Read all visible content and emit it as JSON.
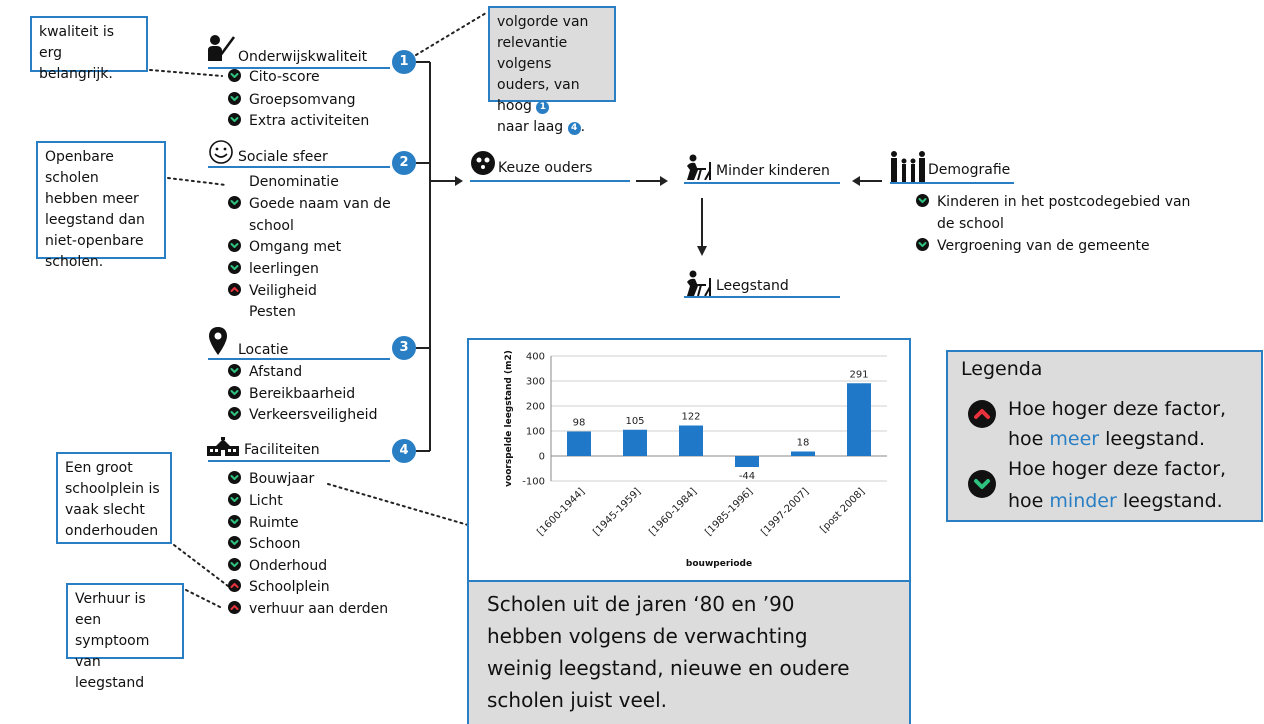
{
  "notes": {
    "quality": [
      "kwaliteit is erg",
      "belangrijk."
    ],
    "public": [
      "Openbare scholen",
      "hebben meer",
      "leegstand dan",
      "niet-openbare",
      "scholen."
    ],
    "playground": [
      "Een groot",
      "schoolplein is",
      "vaak slecht",
      "onderhouden"
    ],
    "rental": [
      "Verhuur is een",
      "symptoom van",
      "leegstand"
    ],
    "order": {
      "line1": "volgorde van",
      "line2": "relevantie volgens",
      "line3": "ouders, van hoog",
      "line4": "naar laag",
      "end": ".",
      "high": "1",
      "low": "4"
    }
  },
  "factors": [
    {
      "title": "Onderwijskwaliteit",
      "num": "1",
      "icon": "teacher-icon",
      "items": [
        {
          "label": "Cito-score",
          "dir": "down"
        },
        {
          "label": "Groepsomvang",
          "dir": "down"
        },
        {
          "label": "Extra activiteiten",
          "dir": "down"
        }
      ]
    },
    {
      "title": "Sociale sfeer",
      "num": "2",
      "icon": "smiley-icon",
      "items": [
        {
          "label": "Denominatie",
          "dir": "none"
        },
        {
          "label": "Goede naam van de",
          "dir": "down"
        },
        {
          "label": "school",
          "dir": "none"
        },
        {
          "label": "Omgang met",
          "dir": "down"
        },
        {
          "label": "leerlingen",
          "dir": "down"
        },
        {
          "label": "Veiligheid",
          "dir": "up"
        },
        {
          "label": "Pesten",
          "dir": "none"
        }
      ]
    },
    {
      "title": "Locatie",
      "num": "3",
      "icon": "location-pin-icon",
      "items": [
        {
          "label": "Afstand",
          "dir": "down"
        },
        {
          "label": "Bereikbaarheid",
          "dir": "down"
        },
        {
          "label": "Verkeersveiligheid",
          "dir": "down"
        }
      ]
    },
    {
      "title": "Faciliteiten",
      "num": "4",
      "icon": "school-building-icon",
      "items": [
        {
          "label": "Bouwjaar",
          "dir": "down"
        },
        {
          "label": "Licht",
          "dir": "down"
        },
        {
          "label": "Ruimte",
          "dir": "down"
        },
        {
          "label": "Schoon",
          "dir": "down"
        },
        {
          "label": "Onderhoud",
          "dir": "down"
        },
        {
          "label": "Schoolplein",
          "dir": "up"
        },
        {
          "label": "verhuur aan derden",
          "dir": "up"
        }
      ]
    }
  ],
  "flow": {
    "keuze": "Keuze ouders",
    "minder": "Minder kinderen",
    "demografie": "Demografie",
    "leegstand": "Leegstand",
    "demo_items": [
      {
        "label": "Kinderen in het postcodegebied van",
        "dir": "down"
      },
      {
        "label": "de school",
        "dir": "none"
      },
      {
        "label": "Vergroening van de gemeente",
        "dir": "down"
      }
    ]
  },
  "legend": {
    "title": "Legenda",
    "up1": "Hoe hoger deze factor,",
    "up2a": "hoe ",
    "up2b": "meer",
    "up2c": " leegstand.",
    "down1": "Hoe hoger deze factor,",
    "down2a": "hoe ",
    "down2b": "minder",
    "down2c": " leegstand.",
    "up_color": "#e8323c",
    "down_color": "#2ec27e"
  },
  "caption": {
    "line1": "Scholen uit de jaren ‘80 en ’90",
    "line2": "hebben volgens de verwachting",
    "line3": "weinig leegstand, nieuwe en oudere",
    "line4": "scholen juist veel."
  },
  "chart_data": {
    "type": "bar",
    "categories": [
      "[1600-1944]",
      "[1945-1959]",
      "[1960-1984]",
      "[1985-1996]",
      "[1997-2007]",
      "[post 2008]"
    ],
    "values": [
      98,
      105,
      122,
      -44,
      18,
      291
    ],
    "ylabel": "voorspelde leegstand (m2)",
    "xlabel": "bouwperiode",
    "ylim": [
      -100,
      400
    ],
    "yticks": [
      -100,
      0,
      100,
      200,
      300,
      400
    ],
    "bar_color": "#1f78c8",
    "grid": true
  }
}
